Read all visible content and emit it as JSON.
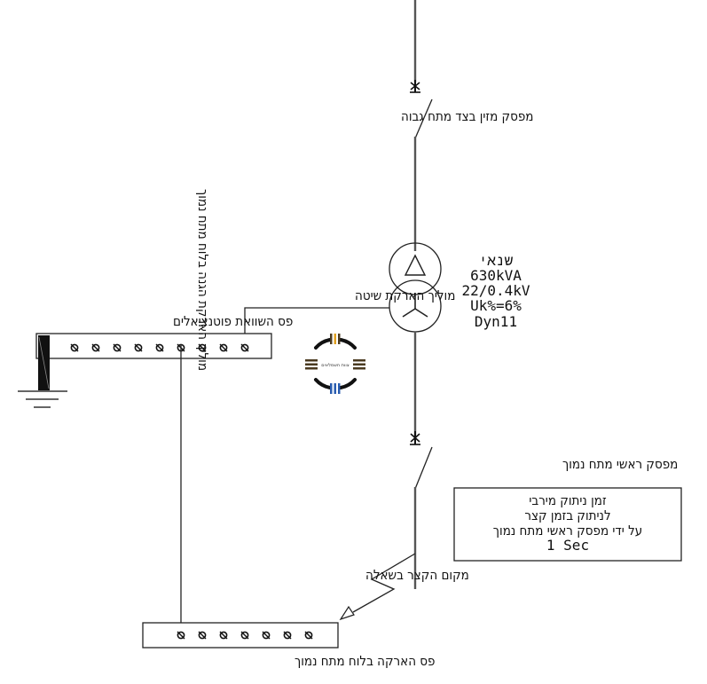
{
  "diagram": {
    "hv_switch": {
      "label": "מפסק מזין בצד מתח גבוה",
      "icon": "breaker-x-icon"
    },
    "transformer": {
      "name": "שנאי",
      "rating": "630kVA",
      "voltage": "22/0.4kV",
      "impedance": "Uk%=6%",
      "vector_group": "Dyn11",
      "primary_icon": "delta-winding-icon",
      "secondary_icon": "star-winding-icon"
    },
    "system_earth_conductor": {
      "label": "מוליך הארקת שיטה"
    },
    "equipotential_bar": {
      "label": "פס השוואת פוטנציאלים",
      "terminal_count": 9
    },
    "protective_earth_conductor": {
      "label": "מוליך הארקת הגנה בלוח מתח נמוך"
    },
    "lv_main_switch": {
      "label": "מפסק ראשי מתח נמוך"
    },
    "note_box": {
      "lines": [
        "זמן ניתוק מירבי",
        "לניתוק בזמן קצר",
        "על ידי מפסק ראשי מתח נמוך",
        "1 Sec"
      ]
    },
    "fault_location": {
      "label": "מקום הקצר בשאלה"
    },
    "lv_earth_bar": {
      "label": "פס הארקה בלוח מתח נמוך",
      "terminal_count": 7
    },
    "logo": {
      "text": "צוות חשמלאים",
      "colors": {
        "top": "#e0a020",
        "bottom": "#2a5db0",
        "sides": "#4a3a20",
        "ring": "#111111"
      }
    }
  }
}
